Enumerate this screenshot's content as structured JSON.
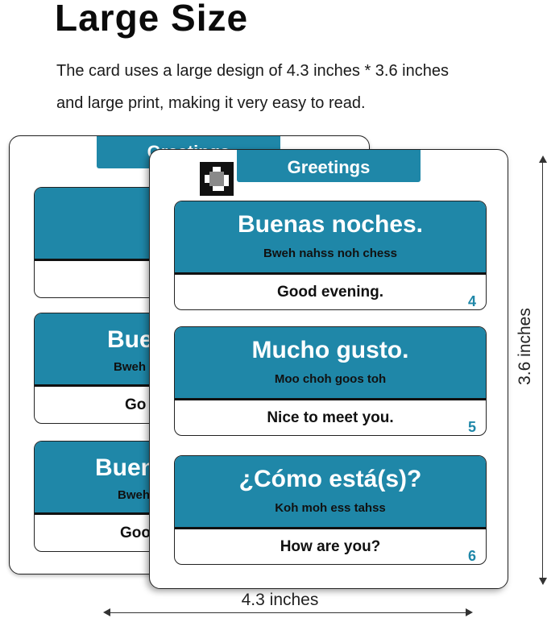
{
  "heading": "Large Size",
  "description_line1": "The card uses a large design of 4.3 inches * 3.6 inches",
  "description_line2": "and large print, making it very easy to read.",
  "back_card": {
    "tab_label": "Greetings",
    "items": [
      {
        "phrase": "",
        "pronunciation": "",
        "translation": ""
      },
      {
        "phrase": "Bue",
        "pronunciation": "Bweh",
        "translation": "Go"
      },
      {
        "phrase": "Buen",
        "pronunciation": "Bweh",
        "translation": "Goo"
      }
    ]
  },
  "front_card": {
    "tab_label": "Greetings",
    "qr_code_icon": "qr-code-icon",
    "items": [
      {
        "phrase": "Buenas noches.",
        "pronunciation": "Bweh nahss noh chess",
        "translation": "Good evening.",
        "number": "4"
      },
      {
        "phrase": "Mucho gusto.",
        "pronunciation": "Moo choh goos toh",
        "translation": "Nice to meet you.",
        "number": "5"
      },
      {
        "phrase": "¿Cómo está(s)?",
        "pronunciation": "Koh moh ess tahss",
        "translation": "How are you?",
        "number": "6"
      }
    ]
  },
  "dimensions": {
    "height_label": "3.6 inches",
    "width_label": "4.3 inches"
  },
  "colors": {
    "accent": "#1f87a8",
    "text": "#111111",
    "background": "#ffffff"
  }
}
